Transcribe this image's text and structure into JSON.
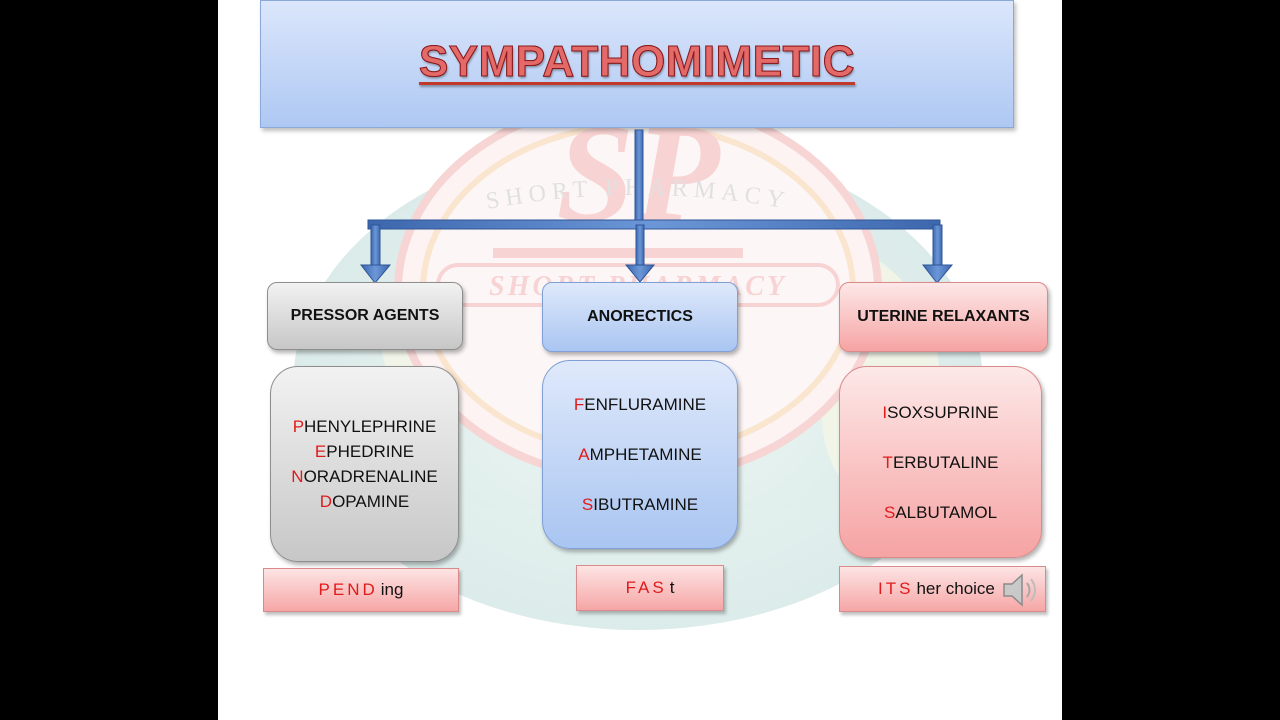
{
  "title": "SYMPATHOMIMETIC",
  "watermark": {
    "logo_letters": "SP",
    "arc_text": "SHORT PHARMACY",
    "banner_text": "SHORT PHARMACY"
  },
  "categories": [
    {
      "heading": "PRESSOR AGENTS",
      "items": [
        {
          "first": "P",
          "rest": "HENYLEPHRINE"
        },
        {
          "first": "E",
          "rest": "PHEDRINE"
        },
        {
          "first": "N",
          "rest": "ORADRENALINE"
        },
        {
          "first": "D",
          "rest": "OPAMINE"
        }
      ],
      "mnemonic": {
        "red": "PEND",
        "rest": "ing"
      }
    },
    {
      "heading": "ANORECTICS",
      "items": [
        {
          "first": "F",
          "rest": "ENFLURAMINE"
        },
        {
          "first": "A",
          "rest": "MPHETAMINE"
        },
        {
          "first": "S",
          "rest": "IBUTRAMINE"
        }
      ],
      "mnemonic": {
        "red": "FAS",
        "rest": "t"
      }
    },
    {
      "heading": "UTERINE RELAXANTS",
      "items": [
        {
          "first": "I",
          "rest": "SOXSUPRINE"
        },
        {
          "first": "T",
          "rest": "ERBUTALINE"
        },
        {
          "first": "S",
          "rest": "ALBUTAMOL"
        }
      ],
      "mnemonic": {
        "red": "ITS",
        "rest": "her choice"
      }
    }
  ],
  "colors": {
    "title_fill": "#e46a6a",
    "highlight_letter": "#e01b1b",
    "arrow": "#4a78c0",
    "gray_box": "#c7c7c7",
    "blue_box": "#a9c5f1",
    "pink_box": "#f6a3a3"
  },
  "icons": {
    "audio": "speaker-icon"
  }
}
